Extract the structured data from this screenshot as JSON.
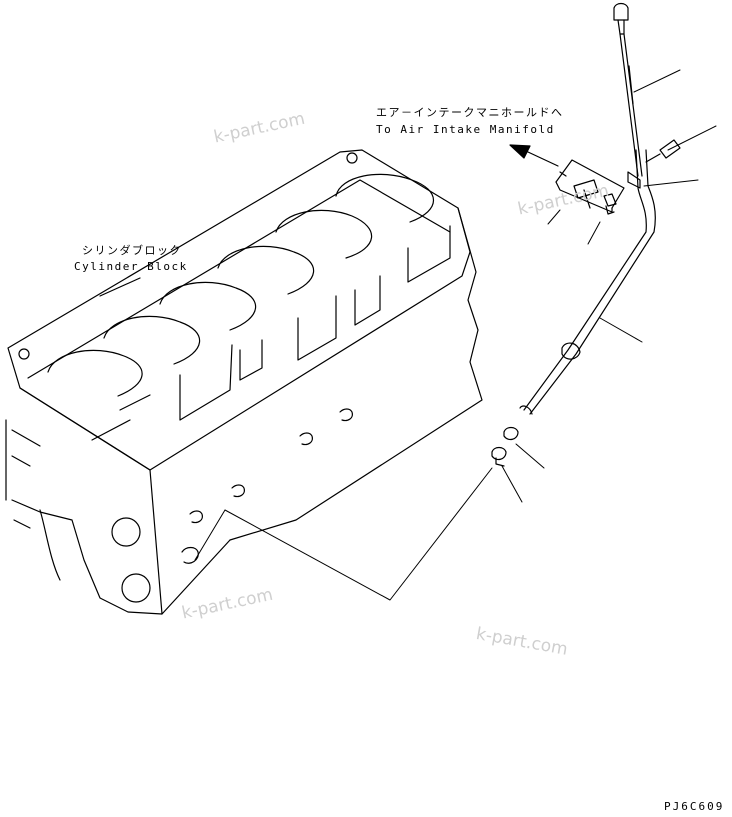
{
  "labels": {
    "intake_jp": "エア－インテークマニホールドへ",
    "intake_en": "To Air Intake Manifold",
    "block_jp": "シリンダブロック",
    "block_en": "Cylinder Block"
  },
  "watermark": "k-part.com",
  "drawing_code": "PJ6C609"
}
